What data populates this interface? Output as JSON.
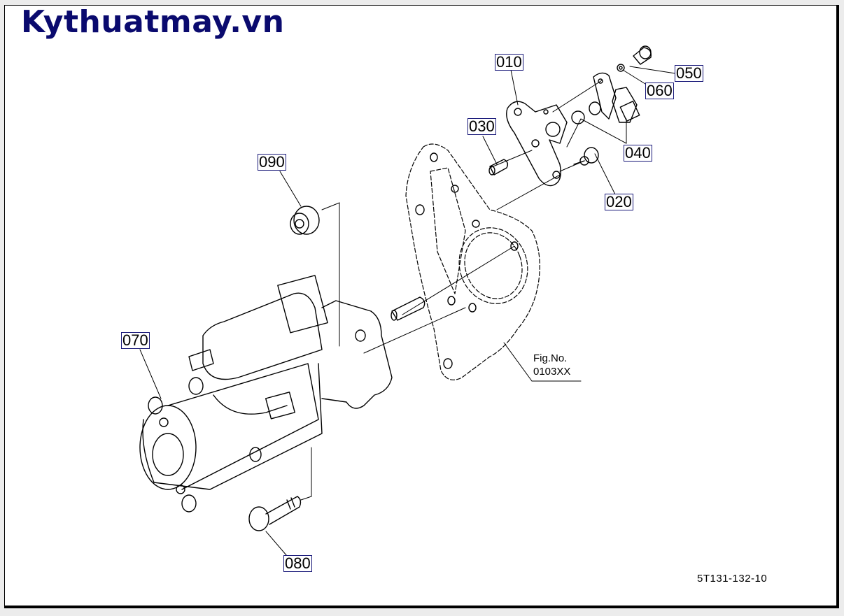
{
  "brand": {
    "title": "Kythuatmay.vn",
    "color": "#0a0a6e"
  },
  "diagram": {
    "callouts": [
      {
        "id": "010",
        "label": "010"
      },
      {
        "id": "020",
        "label": "020"
      },
      {
        "id": "030",
        "label": "030"
      },
      {
        "id": "040",
        "label": "040"
      },
      {
        "id": "050",
        "label": "050"
      },
      {
        "id": "060",
        "label": "060"
      },
      {
        "id": "070",
        "label": "070"
      },
      {
        "id": "080",
        "label": "080"
      },
      {
        "id": "090",
        "label": "090"
      }
    ],
    "figure_ref": {
      "line1": "Fig.No.",
      "line2": "0103XX"
    },
    "drawing_code": "5T131-132-10"
  }
}
